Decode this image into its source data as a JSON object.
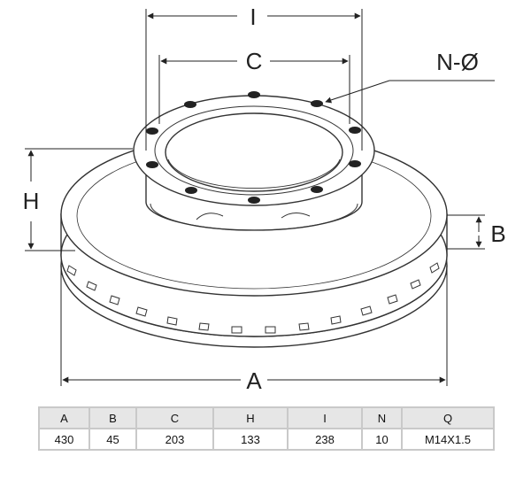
{
  "dimensions": {
    "outer_diameter_label": "A",
    "thickness_label": "B",
    "centering_label": "C",
    "height_label": "H",
    "bolt_circle_label": "I",
    "holes_label": "N-Ø"
  },
  "table": {
    "headers": [
      "A",
      "B",
      "C",
      "H",
      "I",
      "N",
      "Q"
    ],
    "values": [
      "430",
      "45",
      "203",
      "133",
      "238",
      "10",
      "M14X1.5"
    ]
  }
}
